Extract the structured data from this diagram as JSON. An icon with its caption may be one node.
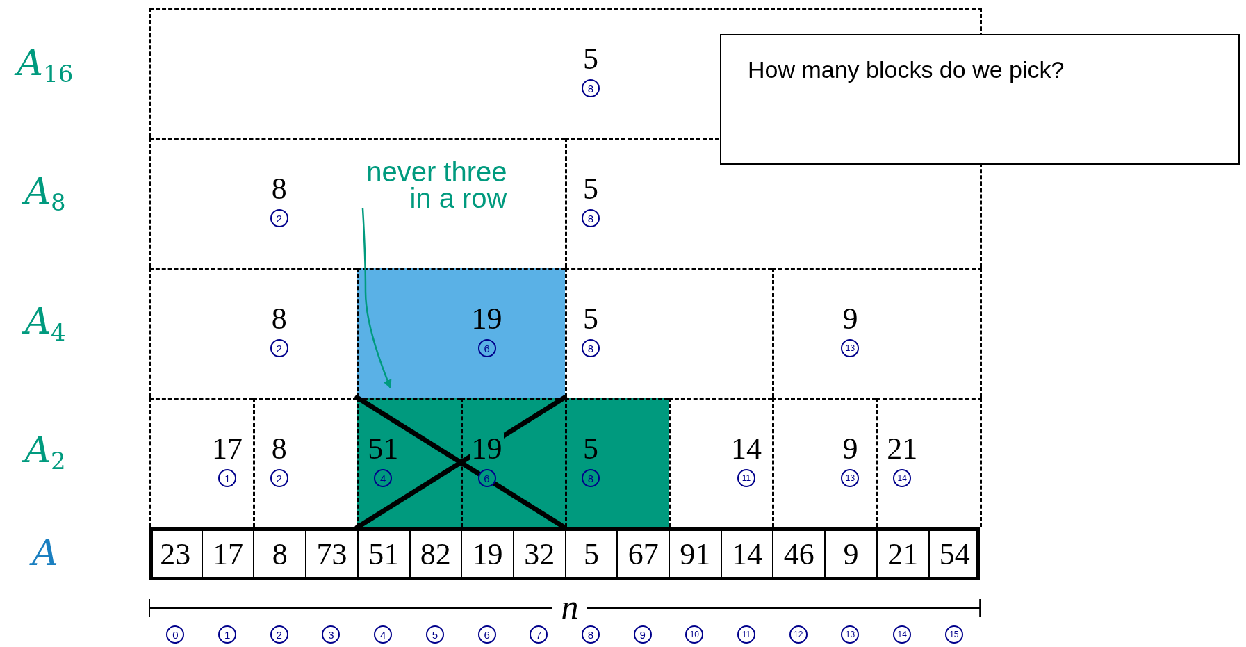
{
  "diagram": {
    "nodes": [
      {
        "text": [
          "5",
          "8"
        ]
      },
      {
        "text": [
          "8",
          "2"
        ]
      },
      {
        "text": [
          "5",
          "8"
        ]
      },
      {
        "text": [
          "8",
          "2"
        ]
      },
      {
        "text": [
          "19",
          "6"
        ]
      },
      {
        "text": [
          "5",
          "8"
        ]
      },
      {
        "text": [
          "9",
          "13"
        ]
      },
      {
        "text": [
          "17",
          "1"
        ]
      },
      {
        "text": [
          "8",
          "2"
        ]
      },
      {
        "text": [
          "51",
          "4"
        ]
      },
      {
        "text": [
          "19",
          "6"
        ]
      },
      {
        "text": [
          "5",
          "8"
        ]
      },
      {
        "text": [
          "14",
          "11"
        ]
      },
      {
        "text": [
          "9",
          "13"
        ]
      },
      {
        "text": [
          "21",
          "14"
        ]
      },
      {
        "text": [
          "23"
        ]
      },
      {
        "text": [
          "17"
        ]
      },
      {
        "text": [
          "8"
        ]
      },
      {
        "text": [
          "73"
        ]
      },
      {
        "text": [
          "51"
        ]
      },
      {
        "text": [
          "82"
        ]
      },
      {
        "text": [
          "19"
        ]
      },
      {
        "text": [
          "32"
        ]
      },
      {
        "text": [
          "5"
        ]
      },
      {
        "text": [
          "67"
        ]
      },
      {
        "text": [
          "91"
        ]
      },
      {
        "text": [
          "14"
        ]
      },
      {
        "text": [
          "46"
        ]
      },
      {
        "text": [
          "9"
        ]
      },
      {
        "text": [
          "21"
        ]
      },
      {
        "text": [
          "54"
        ]
      },
      {
        "text": [
          "never three in a row"
        ],
        "in": 1
      },
      {
        "text": [
          "How many blocks do we pick?"
        ]
      }
    ],
    "edges": [
      {
        "from": 31,
        "to": 4,
        "arrow": "to",
        "color": "#009a7e"
      }
    ],
    "labels": [
      "*A*$_{16}$",
      "*A*$_{8}$",
      "*A*$_{4}$",
      "*A*$_{2}$",
      "*A*",
      "n",
      "0",
      "1",
      "2",
      "3",
      "4",
      "5",
      "6",
      "7",
      "8",
      "9",
      "10",
      "11",
      "12",
      "13",
      "14",
      "15"
    ]
  }
}
